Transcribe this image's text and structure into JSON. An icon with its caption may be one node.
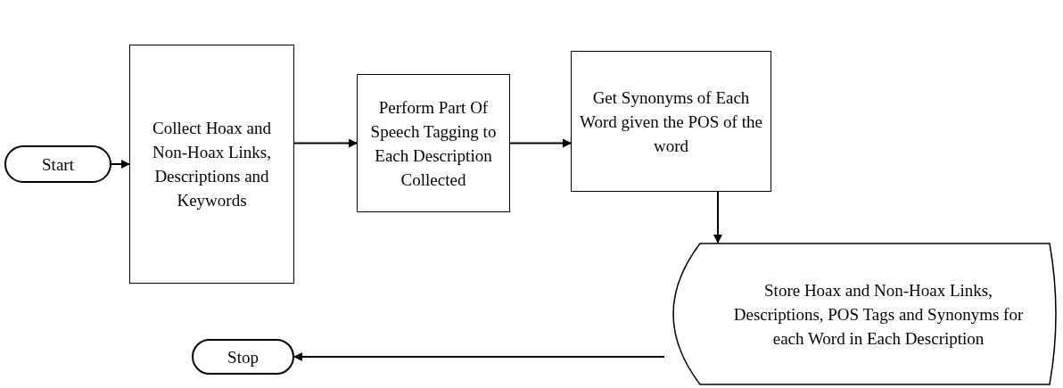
{
  "diagram": {
    "nodes": [
      {
        "text": [
          "Start"
        ]
      },
      {
        "text": [
          "Collect Hoax and Non-Hoax Links, Descriptions and Keywords"
        ]
      },
      {
        "text": [
          "Perform Part Of Speech Tagging to Each Description Collected"
        ]
      },
      {
        "text": [
          "Get Synonyms of Each Word given the POS of the word"
        ]
      },
      {
        "text": [
          "Store Hoax and Non-Hoax Links, Descriptions, POS Tags and Synonyms for each Word in Each Description"
        ]
      },
      {
        "text": [
          "Stop"
        ]
      }
    ],
    "edges": [
      {
        "from": 0,
        "to": 1,
        "arrow": "to"
      },
      {
        "from": 1,
        "to": 2,
        "arrow": "to"
      },
      {
        "from": 2,
        "to": 3,
        "arrow": "to"
      },
      {
        "from": 3,
        "to": 4,
        "arrow": "to"
      },
      {
        "from": 4,
        "to": 5,
        "arrow": "to"
      }
    ]
  }
}
